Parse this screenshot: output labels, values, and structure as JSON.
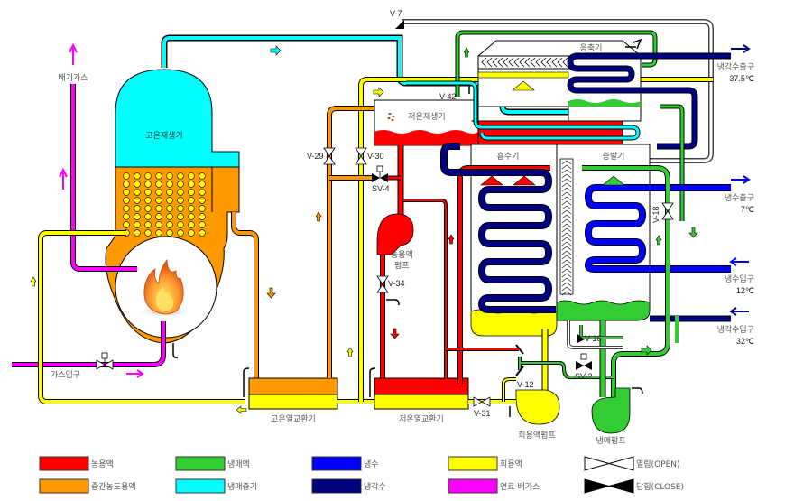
{
  "title": "흡수식 냉온수기 계통도",
  "colors": {
    "strong_solution": "#ff0000",
    "refrigerant_liquid": "#33cc33",
    "chilled_water": "#0000ff",
    "intermediate_solution": "#ff9900",
    "refrigerant_vapor": "#00ffff",
    "cooling_water": "#000080",
    "weak_solution": "#ffff00",
    "fuel_exhaust": "#ff00ff"
  },
  "components": {
    "hp_generator": "고온재생기",
    "lp_generator": "저온재생기",
    "condenser": "응축기",
    "absorber": "흡수기",
    "evaporator": "증발기",
    "hp_heat_exchanger": "고온열교환기",
    "lp_heat_exchanger": "저온열교환기",
    "strong_pump_line1": "농용액",
    "strong_pump_line2": "펌프",
    "weak_pump": "희용액펌프",
    "refrigerant_pump": "냉매펌프"
  },
  "labels": {
    "exhaust": "배기가스",
    "gas_inlet": "가스입구",
    "cw_outlet": "냉각수출구",
    "cw_outlet_temp": "37.5℃",
    "chw_outlet": "냉수출구",
    "chw_outlet_temp": "7℃",
    "chw_inlet": "냉수입구",
    "chw_inlet_temp": "12℃",
    "cw_inlet": "냉각수입구",
    "cw_inlet_temp": "32℃"
  },
  "valves": {
    "v7": "V-7",
    "v42": "V-42",
    "v29": "V-29",
    "v30": "V-30",
    "sv4": "SV-4",
    "v34": "V-34",
    "v18": "V-18",
    "v16": "V-16",
    "sv2": "SV-2",
    "v12": "V-12",
    "v31": "V-31"
  },
  "legend": [
    {
      "label": "농용액",
      "color": "#ff0000"
    },
    {
      "label": "냉매액",
      "color": "#33cc33"
    },
    {
      "label": "냉수",
      "color": "#0000ff"
    },
    {
      "label": "희용액",
      "color": "#ffff00"
    },
    {
      "label": "열림(OPEN)",
      "valve": "open"
    },
    {
      "label": "중간농도용액",
      "color": "#ff9900"
    },
    {
      "label": "냉매증기",
      "color": "#00ffff"
    },
    {
      "label": "냉각수",
      "color": "#000080"
    },
    {
      "label": "연료·배가스",
      "color": "#ff00ff"
    },
    {
      "label": "닫힘(CLOSE)",
      "valve": "closed"
    }
  ]
}
